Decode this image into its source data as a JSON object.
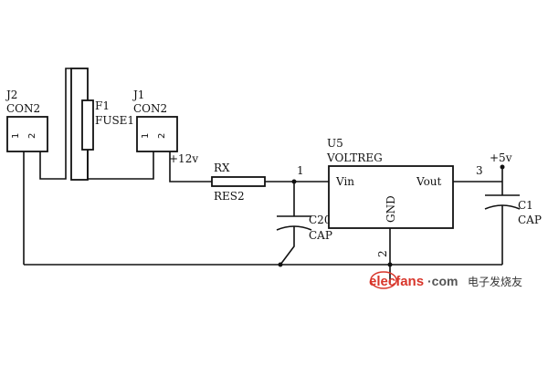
{
  "schematic": {
    "j2": {
      "ref": "J2",
      "type": "CON2",
      "pin1": "1",
      "pin2": "2"
    },
    "j1": {
      "ref": "J1",
      "type": "CON2",
      "pin1": "1",
      "pin2": "2"
    },
    "f1": {
      "ref": "F1",
      "type": "FUSE1"
    },
    "v12": "+12v",
    "rx": {
      "ref": "RX",
      "type": "RES2"
    },
    "node1": "1",
    "u5": {
      "ref": "U5",
      "type": "VOLTREG",
      "vin": "Vin",
      "vout": "Vout",
      "gnd": "GND"
    },
    "node3": "3",
    "node2": "2",
    "v5": "+5v",
    "c20": {
      "ref": "C20",
      "type": "CAP"
    },
    "c1": {
      "ref": "C1",
      "type": "CAP"
    }
  },
  "watermark": {
    "brand": "elecfans",
    "domain": "·com",
    "chinese": "电子发烧友"
  }
}
